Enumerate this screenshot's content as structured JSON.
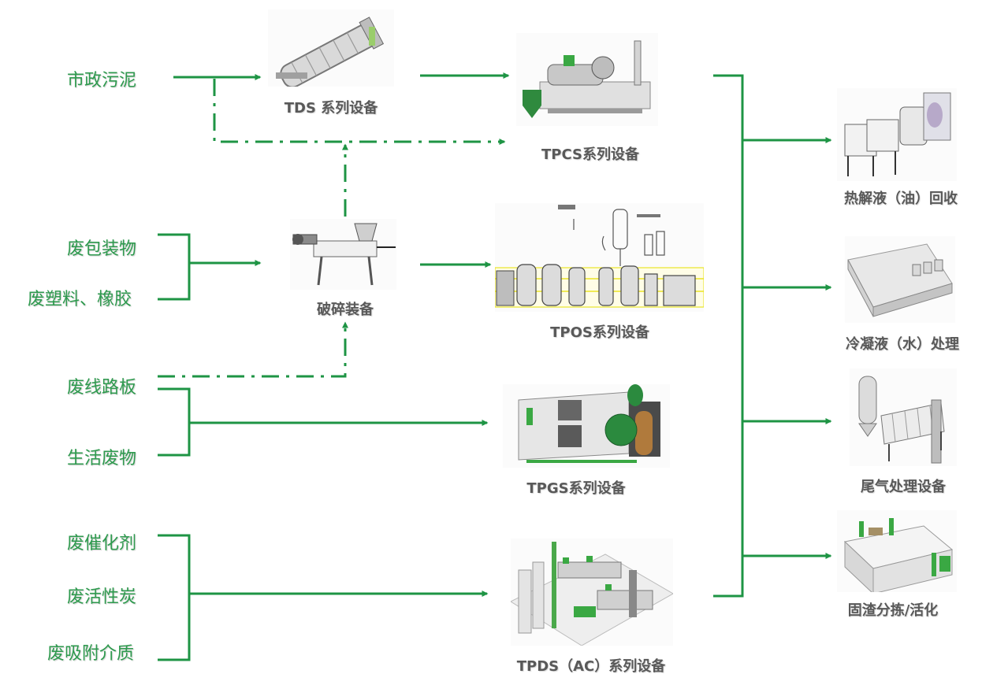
{
  "sources": {
    "municipal_sludge": "市政污泥",
    "waste_packaging": "废包装物",
    "waste_plastic_rubber": "废塑料、橡胶",
    "waste_circuit_board": "废线路板",
    "domestic_waste": "生活废物",
    "waste_catalyst": "废催化剂",
    "waste_activated_carbon": "废活性炭",
    "waste_adsorbent": "废吸附介质"
  },
  "equipment": {
    "tds": "TDS 系列设备",
    "tpcs": "TPCS系列设备",
    "crushing": "破碎装备",
    "tpos": "TPOS系列设备",
    "tpgs": "TPGS系列设备",
    "tpds": "TPDS（AC）系列设备"
  },
  "outputs": {
    "pyrolysis_oil": "热解液（油）回收",
    "condensate": "冷凝液（水）处理",
    "tail_gas": "尾气处理设备",
    "solid_residue": "固渣分拣/活化"
  },
  "colors": {
    "flow_line": "#1e9444",
    "source_text": "#2e9a4e",
    "caption_text": "#595959",
    "equipment_green": "#3aa843"
  }
}
